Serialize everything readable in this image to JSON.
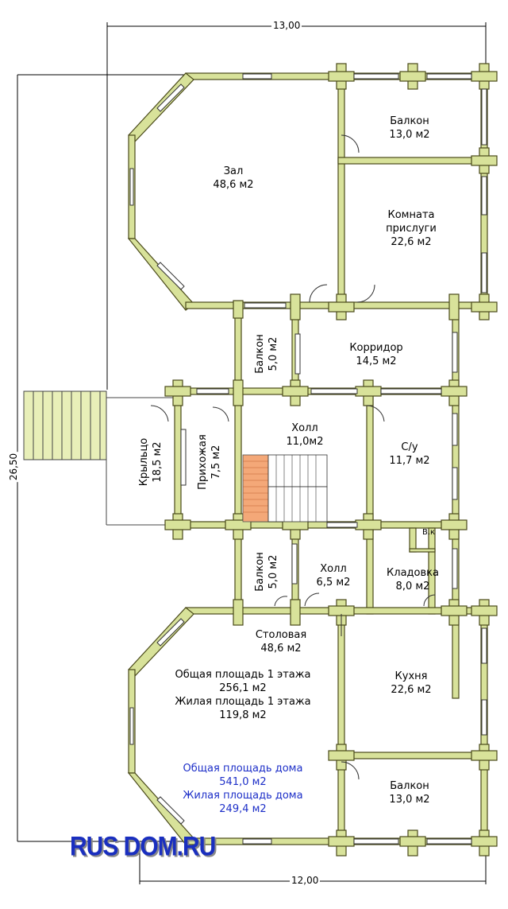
{
  "dimensions": {
    "top": "13,00",
    "left": "26,50",
    "bottom": "12,00"
  },
  "rooms": {
    "balcony_top": {
      "name": "Балкон",
      "area": "13,0 м2"
    },
    "hall_main": {
      "name": "Зал",
      "area": "48,6 м2"
    },
    "servant_room": {
      "name": "Комната",
      "name2": "прислуги",
      "area": "22,6 м2"
    },
    "balcony_mid_top": {
      "name": "Балкон",
      "area": "5,0 м2"
    },
    "corridor": {
      "name": "Корридор",
      "area": "14,5 м2"
    },
    "porch": {
      "name": "Крыльцо",
      "area": "18,5 м2"
    },
    "entry": {
      "name": "Прихожая",
      "area": "7,5 м2"
    },
    "foyer": {
      "name": "Холл",
      "area": "11,0м2"
    },
    "bathroom": {
      "name": "С/у",
      "area": "11,7 м2"
    },
    "vk": {
      "name": "В.к"
    },
    "balcony_mid_bottom": {
      "name": "Балкон",
      "area": "5,0 м2"
    },
    "foyer_small": {
      "name": "Холл",
      "area": "6,5 м2"
    },
    "pantry": {
      "name": "Кладовка",
      "area": "8,0 м2"
    },
    "dining": {
      "name": "Столовая",
      "area": "48,6 м2"
    },
    "kitchen": {
      "name": "Кухня",
      "area": "22,6 м2"
    },
    "balcony_bottom": {
      "name": "Балкон",
      "area": "13,0 м2"
    }
  },
  "summary": {
    "floor_total_label": "Общая площадь 1 этажа",
    "floor_total_value": "256,1 м2",
    "floor_living_label": "Жилая площадь 1 этажа",
    "floor_living_value": "119,8 м2",
    "house_total_label": "Общая площадь дома",
    "house_total_value": "541,0 м2",
    "house_living_label": "Жилая площадь дома",
    "house_living_value": "249,4 м2"
  },
  "logo": "RUS DOM.RU",
  "colors": {
    "wall": "#d8e29a",
    "wall_stroke": "#4a4a1a",
    "stairs": "#f4a878",
    "blue_text": "#1d2fc8"
  }
}
